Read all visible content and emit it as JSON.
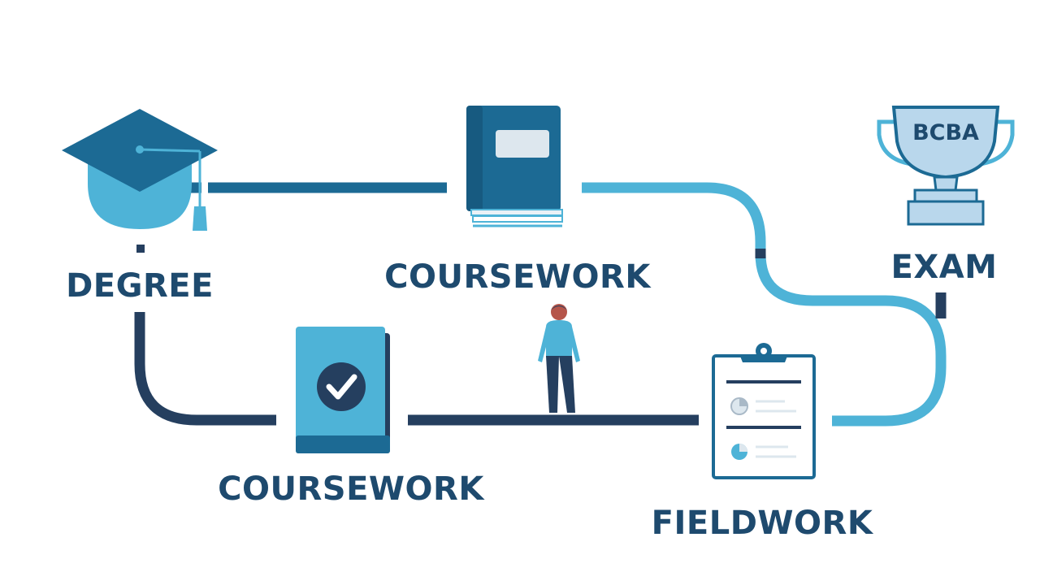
{
  "steps": [
    {
      "label": "DEGREE",
      "icon": "graduation-cap-icon"
    },
    {
      "label": "COURSEWORK",
      "icon": "book-icon"
    },
    {
      "label": "EXAM",
      "icon": "trophy-icon"
    },
    {
      "label": "COURSEWORK",
      "icon": "checkmark-book-icon"
    },
    {
      "label": "FIELDWORK",
      "icon": "clipboard-icon"
    }
  ],
  "trophy_text": "BCBA",
  "colors": {
    "dark_navy": "#253f5f",
    "deep_blue": "#1c6a94",
    "light_blue": "#4eb3d7",
    "text": "#1e4a6e"
  }
}
